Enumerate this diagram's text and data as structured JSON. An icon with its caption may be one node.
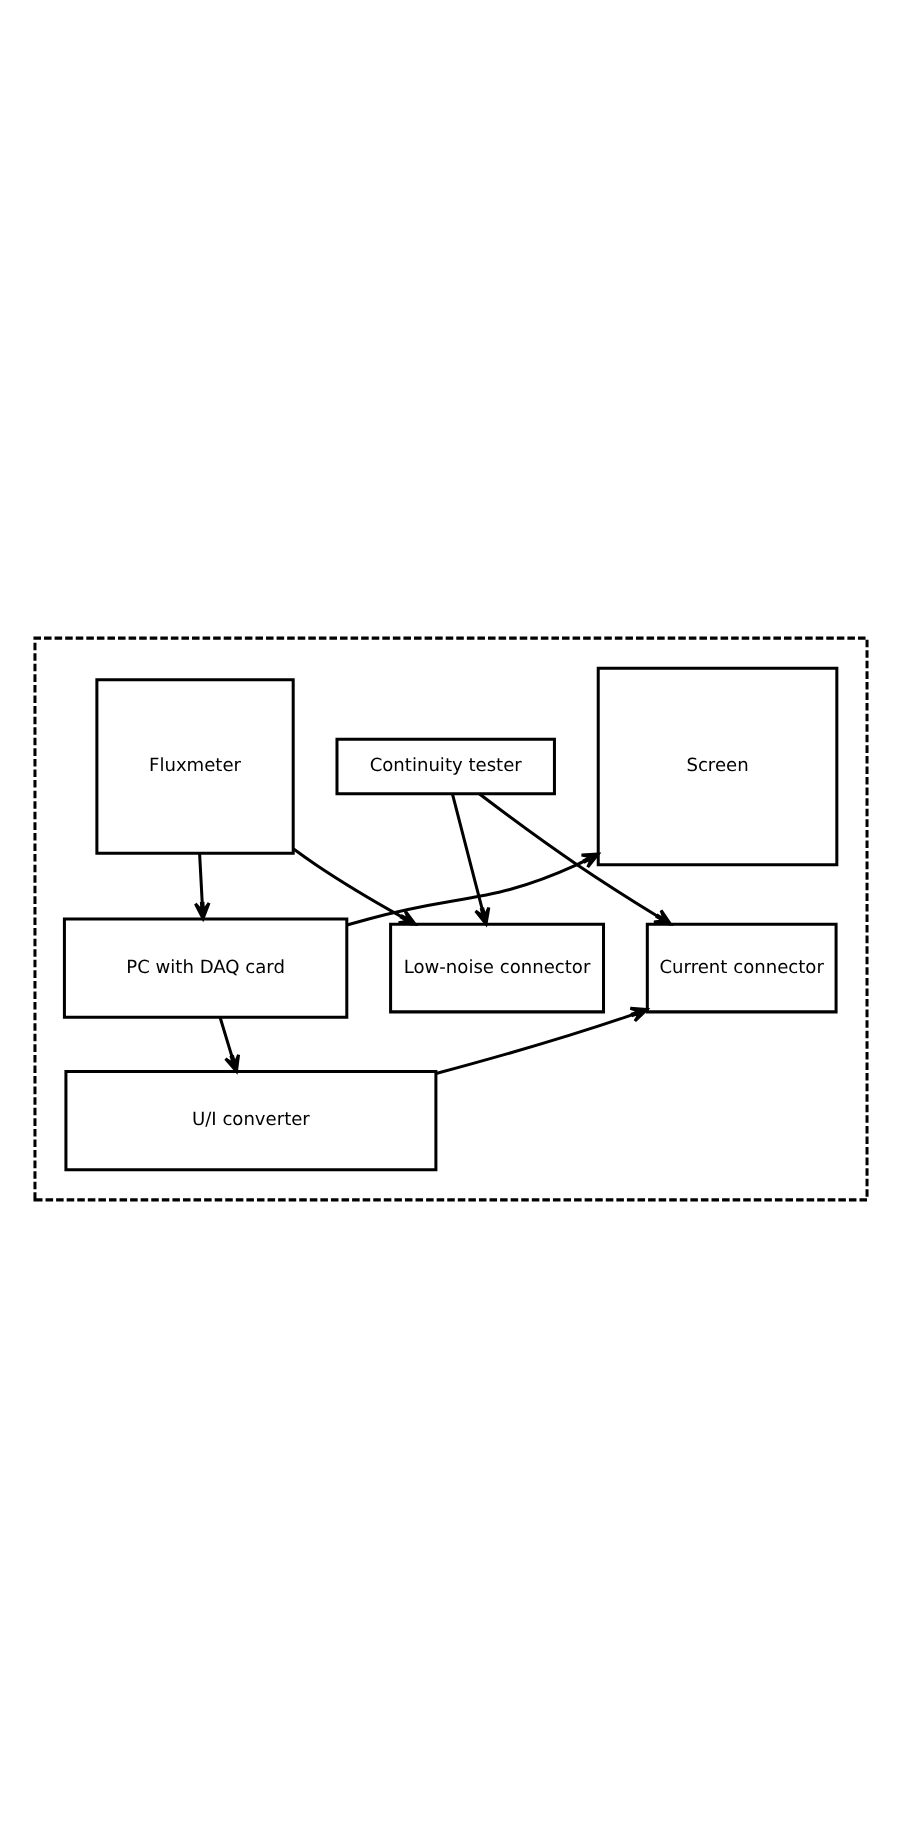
{
  "diagram": {
    "nodes": [
      {
        "text": [],
        "shape": "box"
      },
      {
        "text": [
          "Screen"
        ],
        "in": 0
      },
      {
        "text": [
          "Continuity tester"
        ],
        "in": 0
      },
      {
        "text": [
          "Fluxmeter"
        ],
        "in": 0
      },
      {
        "text": [
          "Low-noise connector"
        ],
        "in": 0
      },
      {
        "text": [
          "Current connector"
        ],
        "in": 0
      },
      {
        "text": [
          "PC with DAQ card"
        ],
        "in": 0
      },
      {
        "text": [
          "U/I converter"
        ],
        "in": 0
      }
    ],
    "edges": [
      {
        "from": 6,
        "to": 1,
        "arrow": "to"
      },
      {
        "from": 2,
        "to": 4,
        "arrow": "to"
      },
      {
        "from": 2,
        "to": 5,
        "arrow": "to"
      },
      {
        "from": 3,
        "to": 4,
        "arrow": "to"
      },
      {
        "from": 3,
        "to": 6,
        "arrow": "to"
      },
      {
        "from": 6,
        "to": 7,
        "arrow": "to"
      },
      {
        "from": 7,
        "to": 5,
        "arrow": "to"
      }
    ]
  }
}
